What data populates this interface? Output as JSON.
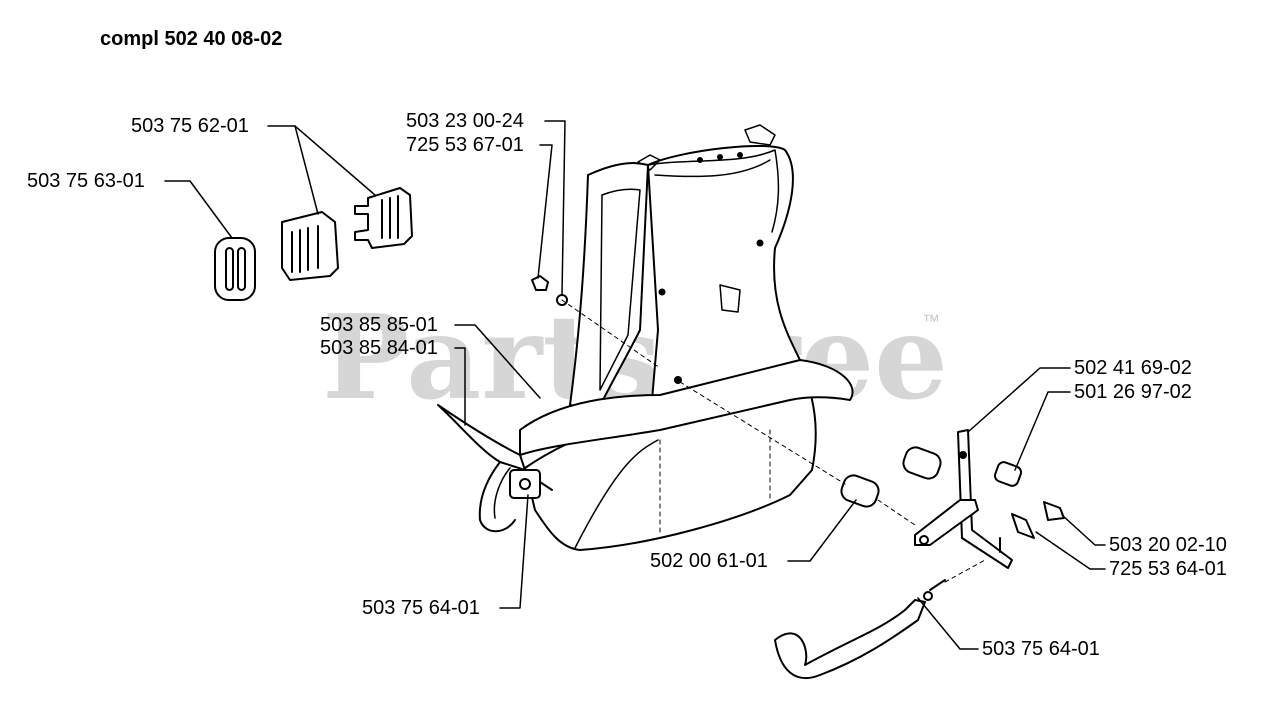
{
  "assembly_title": "compl 502 40 08-02",
  "watermark": {
    "text": "PartsTree",
    "trademark": "™"
  },
  "part_labels": {
    "p1": "503 75 62-01",
    "p2": "503 75 63-01",
    "p3": "503 23 00-24",
    "p4": "725 53 67-01",
    "p5": "503 85 85-01",
    "p6": "503 85 84-01",
    "p7": "502 41 69-02",
    "p8": "501 26 97-02",
    "p9": "503 20 02-10",
    "p10": "725 53 64-01",
    "p11": "502 00 61-01",
    "p12": "503 75 64-01",
    "p13": "503 75 64-01"
  }
}
